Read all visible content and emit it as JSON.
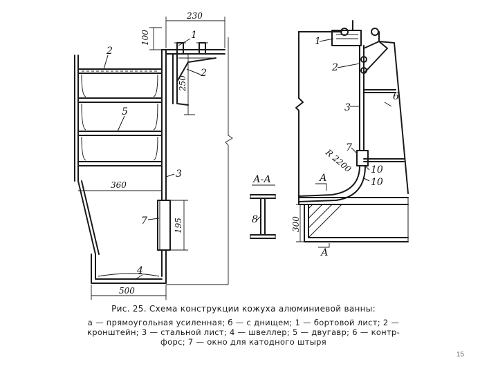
{
  "figure": {
    "caption_title": "Рис. 25. Схема конструкции кожуха алюминиевой ванны:",
    "caption_line1": "а — прямоугольная усиленная; б — с днищем; 1 — бортовой лист; 2 —",
    "caption_line2": "кронштейн; 3 — стальной лист; 4 — швеллер; 5 — двугавр; 6 — контр-",
    "caption_line3": "форс; 7 — окно для катодного штыря"
  },
  "left_drawing": {
    "dims": {
      "d230": "230",
      "d100": "100",
      "d250": "250",
      "d360": "360",
      "d195": "195",
      "d500": "500"
    },
    "labels": {
      "l1": "1",
      "l2a": "2",
      "l2b": "2",
      "l3": "3",
      "l4": "4",
      "l5": "5",
      "l7": "7"
    }
  },
  "section": {
    "title": "А-А",
    "label8": "8"
  },
  "right_drawing": {
    "labels": {
      "l1": "1",
      "l2": "2",
      "l3": "3",
      "l6": "6",
      "l7": "7",
      "l10a": "10",
      "l10b": "10"
    },
    "radius": "R 2200",
    "dim300": "300",
    "section_a_top": "А",
    "section_a_bottom": "А"
  },
  "page_number": "15"
}
